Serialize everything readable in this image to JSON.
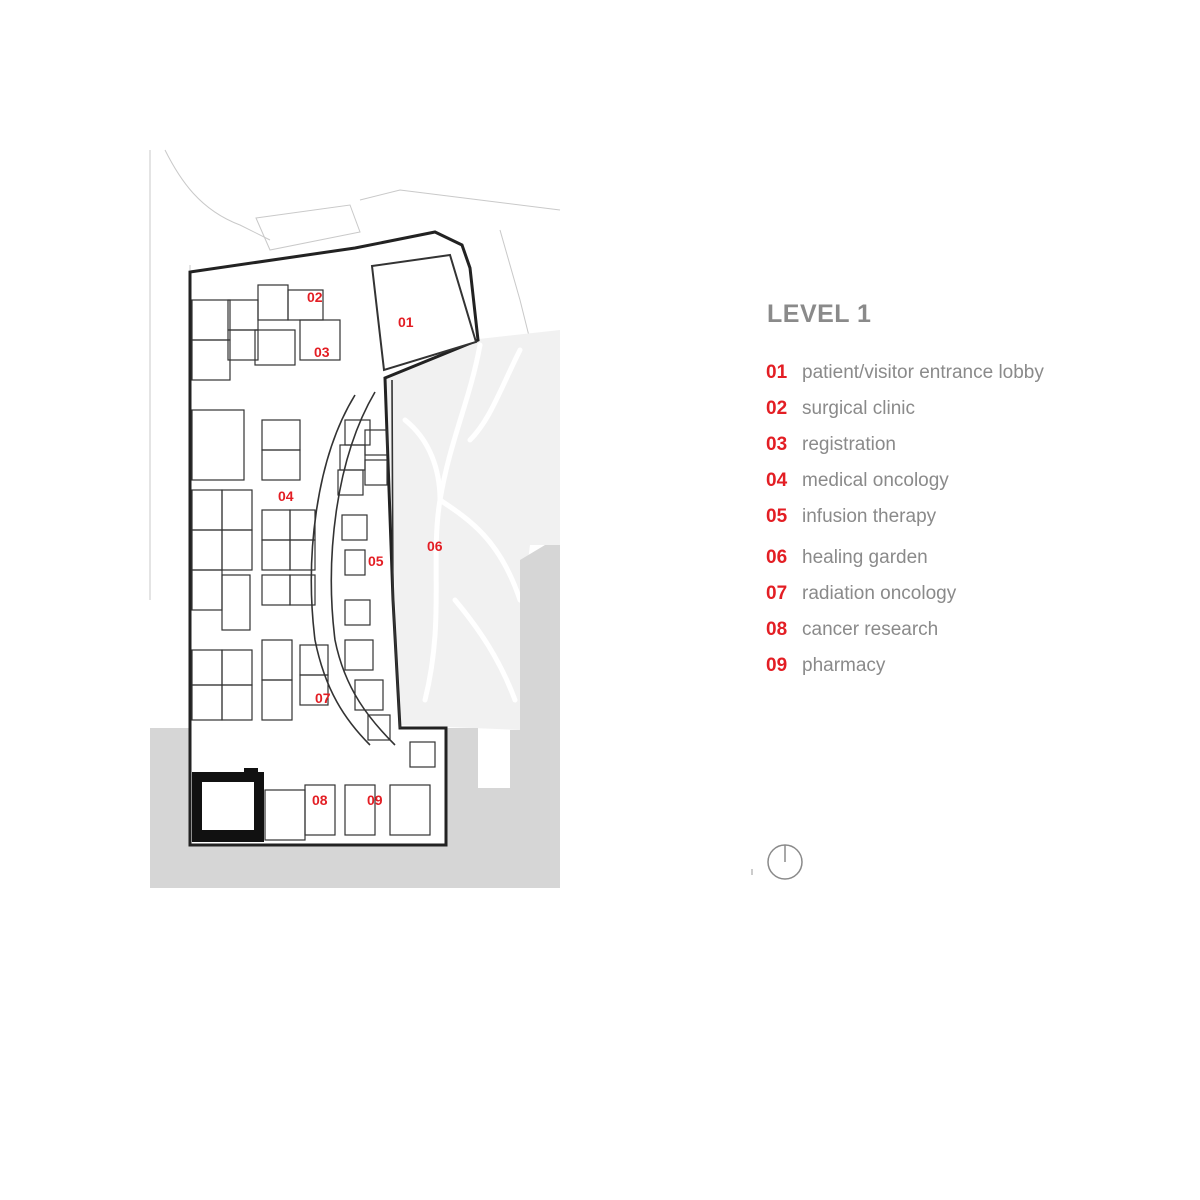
{
  "legend": {
    "title": "LEVEL 1",
    "items": [
      {
        "num": "01",
        "label": "patient/visitor entrance lobby"
      },
      {
        "num": "02",
        "label": "surgical clinic"
      },
      {
        "num": "03",
        "label": "registration"
      },
      {
        "num": "04",
        "label": "medical oncology"
      },
      {
        "num": "05",
        "label": "infusion therapy"
      },
      {
        "num": "06",
        "label": "healing garden"
      },
      {
        "num": "07",
        "label": "radiation oncology"
      },
      {
        "num": "08",
        "label": "cancer research"
      },
      {
        "num": "09",
        "label": "pharmacy"
      }
    ]
  },
  "plan": {
    "zone_labels": [
      "01",
      "02",
      "03",
      "04",
      "05",
      "06",
      "07",
      "08",
      "09"
    ]
  },
  "colors": {
    "accent_red": "#e31e24",
    "legend_gray": "#8a8a8a",
    "site_gray": "#d6d6d6",
    "garden_gray": "#f1f1f1",
    "wall": "#222222"
  },
  "icons": {
    "north_arrow": "north-arrow-icon"
  }
}
